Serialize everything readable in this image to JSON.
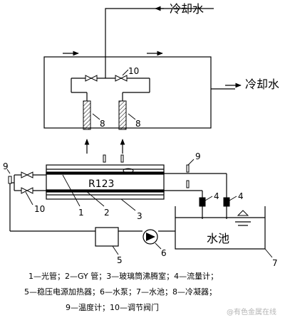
{
  "labels": {
    "cooling_water_top": "冷却水",
    "cooling_water_right": "冷却水",
    "fluid": "R123",
    "pool": "水池",
    "n1": "1",
    "n2": "2",
    "n3": "3",
    "n4a": "4",
    "n4b": "4",
    "n5": "5",
    "n6": "6",
    "n7": "7",
    "n8a": "8",
    "n8b": "8",
    "n9a": "9",
    "n9b": "9",
    "n10a": "10",
    "n10b": "10"
  },
  "caption": {
    "line1": "1—光管；2—GY 管；3—玻璃筒沸腾室；4—流量计；",
    "line2": "5—稳压电源加热器；6—水泵；7—水池；8—冷凝器；",
    "line3": "9—温度计；10—调节阀门"
  },
  "watermark": "@有色金属在线"
}
